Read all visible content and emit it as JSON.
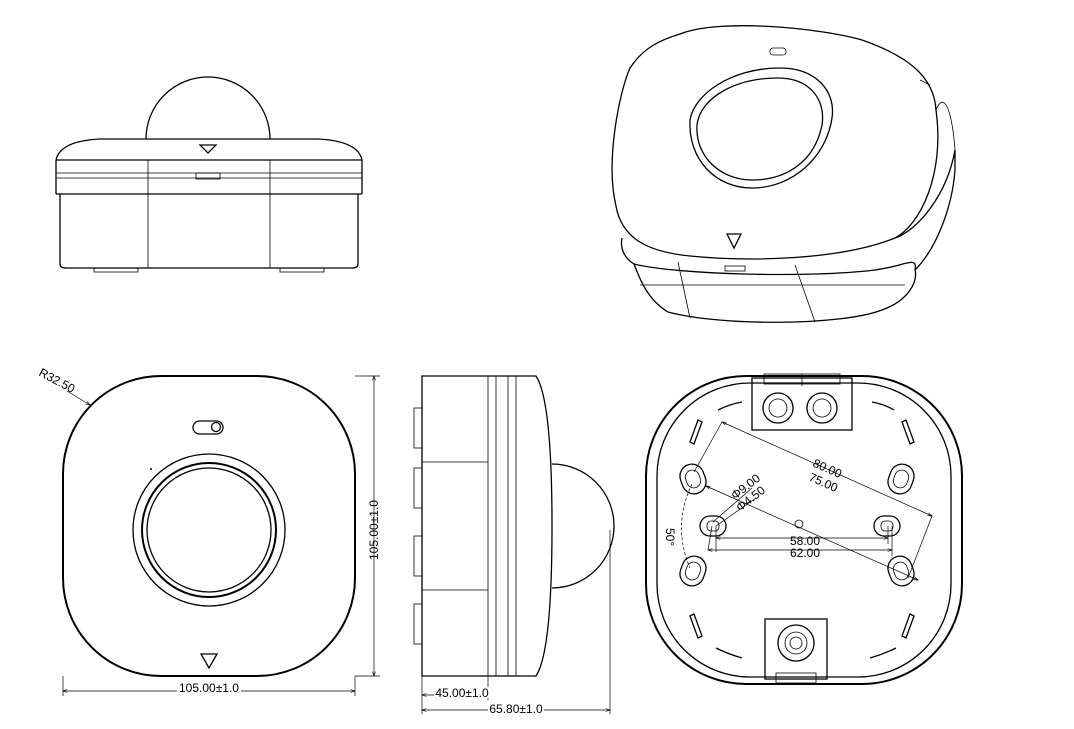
{
  "dimensions": {
    "width_front": "105.00±1.0",
    "height_front": "105.00±1.0",
    "corner_radius": "R32.50",
    "depth_base": "45.00±1.0",
    "depth_total": "65.80±1.0",
    "hole_spacing_outer": "80.00",
    "hole_spacing_inner": "75.00",
    "hole_dia_large": "Φ9.00",
    "hole_dia_small": "Φ4.50",
    "slot_spacing_inner": "58.00",
    "slot_spacing_outer": "62.00",
    "angle": "50°"
  }
}
